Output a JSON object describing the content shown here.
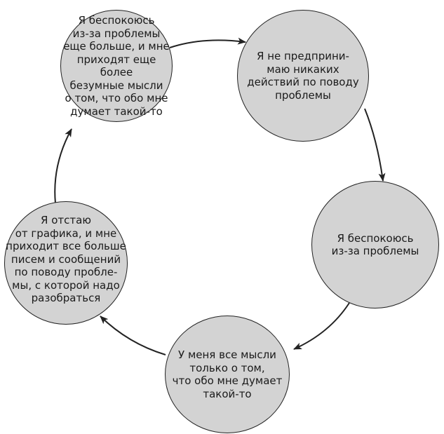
{
  "diagram": {
    "nodes": [
      {
        "id": "worry-more",
        "text": "Я беспокоюсь\nиз-за проблемы\nеще больше, и мне\nприходят еще более\nбезумные мысли\nо том, что обо мне\nдумает такой-то"
      },
      {
        "id": "no-action",
        "text": "Я не предприни-\nмаю никаких\nдействий по поводу\nпроблемы"
      },
      {
        "id": "worry",
        "text": "Я беспокоюсь\nиз-за проблемы"
      },
      {
        "id": "thoughts",
        "text": "У меня все мысли\nтолько о том,\nчто обо мне думает\nтакой-то"
      },
      {
        "id": "falling-behind",
        "text": "Я отстаю\nот графика, и мне\nприходит все больше\nписем и сообщений\nпо поводу пробле-\nмы, с которой надо\nразобраться"
      }
    ],
    "edges": [
      {
        "from": "worry-more",
        "to": "no-action"
      },
      {
        "from": "no-action",
        "to": "worry"
      },
      {
        "from": "worry",
        "to": "thoughts"
      },
      {
        "from": "thoughts",
        "to": "falling-behind"
      },
      {
        "from": "falling-behind",
        "to": "worry-more"
      }
    ],
    "colors": {
      "node_fill": "#d3d3d3",
      "stroke": "#222222",
      "text": "#1a1a1a",
      "background": "#ffffff"
    }
  }
}
